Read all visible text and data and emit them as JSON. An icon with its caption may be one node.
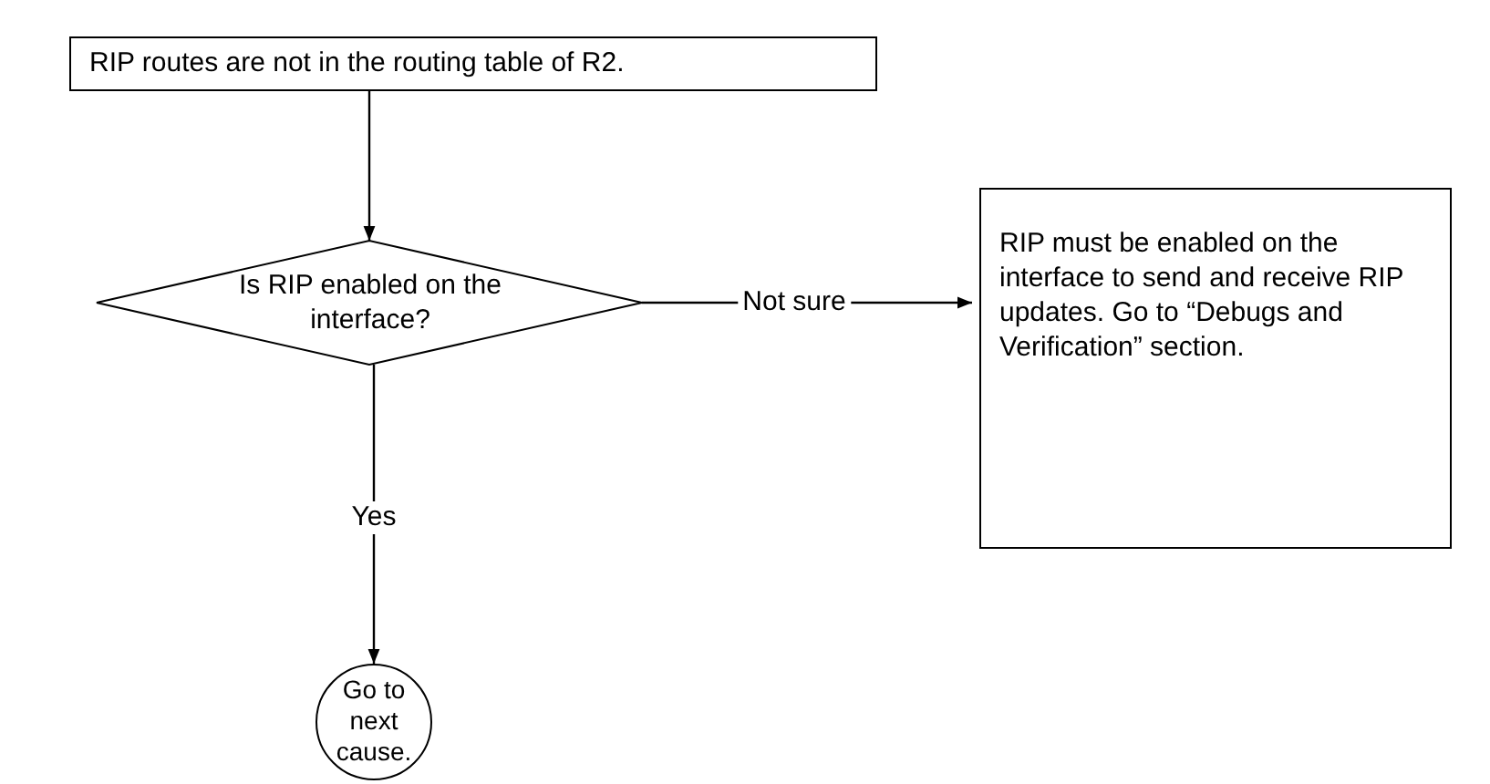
{
  "diagram": {
    "nodes": [
      {
        "text": [
          "RIP routes are not in the routing table of R2."
        ]
      },
      {
        "text": [
          "Is RIP enabled on the interface?"
        ]
      },
      {
        "text": [
          "RIP must be enabled on the interface to send and receive RIP updates. Go to “Debugs and Verification” section."
        ]
      },
      {
        "text": [
          "Go to next cause."
        ]
      }
    ],
    "edges": [
      {
        "from": 0,
        "to": 1,
        "arrow": "to"
      },
      {
        "from": 1,
        "to": 2,
        "arrow": "to",
        "label": "Not sure"
      },
      {
        "from": 1,
        "to": 3,
        "arrow": "to",
        "label": "Yes"
      }
    ]
  }
}
